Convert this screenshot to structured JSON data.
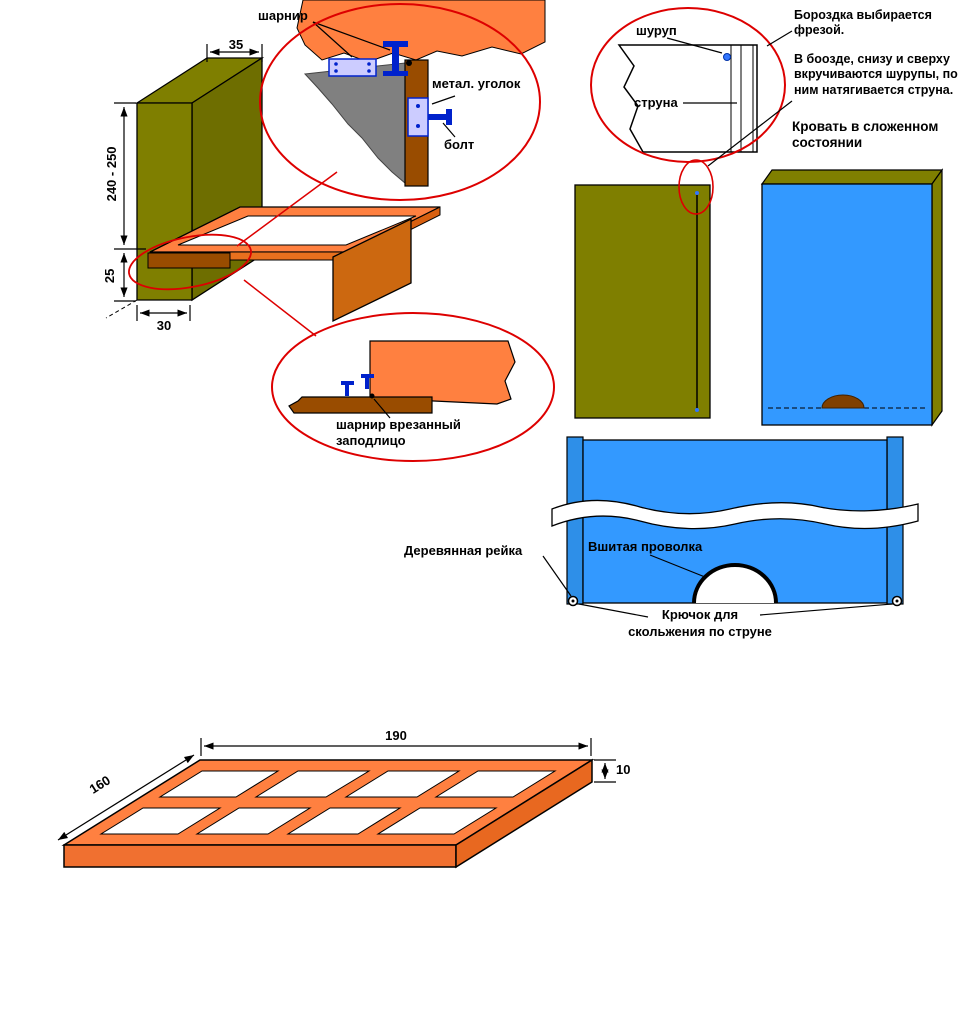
{
  "colors": {
    "olive": "#7F7F00",
    "orange": "#FF8040",
    "orange_dark": "#D86010",
    "brown": "#994C00",
    "brown_dark": "#804000",
    "blue_panel": "#3399FF",
    "hardware_blue": "#0022CC",
    "hinge_plate": "#CCCCFF",
    "gray": "#808080",
    "callout_red": "#DD0000"
  },
  "cabinet": {
    "dim_depth_top": "35",
    "dim_height": "240 - 250",
    "dim_pivot": "25",
    "dim_depth_bottom": "30"
  },
  "hinge_callout": {
    "hinge": "шарнир",
    "metal_corner": "метал. уголок",
    "bolt": "болт"
  },
  "flush_hinge_callout": {
    "line1": "шарнир врезанный",
    "line2": "заподлицо"
  },
  "string_callout": {
    "screw": "шуруп",
    "string": "струна"
  },
  "notes": {
    "groove": "Бороздка выбирается фрезой.",
    "screws": "В боозде, снизу и сверху вкручиваются шурупы, по ним натягивается струна.",
    "folded_title": "Кровать в сложенном состоянии"
  },
  "curtain": {
    "wooden_rail": "Деревянная рейка",
    "sewn_wire": "Вшитая проволка",
    "hook_line1": "Крючок для",
    "hook_line2": "скольжения по струне"
  },
  "base_frame": {
    "dim_length": "190",
    "dim_width": "160",
    "dim_thickness": "10"
  }
}
